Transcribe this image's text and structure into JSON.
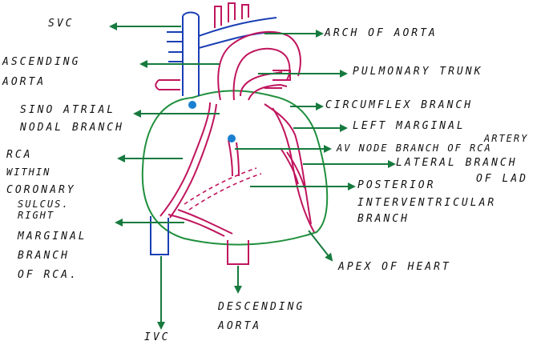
{
  "labels": {
    "svc": "SVC",
    "arch": "ARCH OF AORTA",
    "ascending_1": "ASCENDING",
    "ascending_2": "AORTA",
    "pulmonary": "PULMONARY TRUNK",
    "sa_1": "SINO ATRIAL",
    "sa_2": "NODAL BRANCH",
    "circumflex": "CIRCUMFLEX BRANCH",
    "left_marginal_1": "LEFT MARGINAL",
    "left_marginal_2": "ARTERY",
    "av_node": "AV NODE BRANCH OF RCA",
    "lateral_1": "LATERAL BRANCH",
    "lateral_2": "OF LAD",
    "rca_1": "RCA",
    "rca_2": "WITHIN",
    "rca_3": "CORONARY",
    "rca_4": "SULCUS.",
    "rm_1": "RIGHT",
    "rm_2": "MARGINAL",
    "rm_3": "BRANCH",
    "rm_4": "OF RCA.",
    "posterior_1": "POSTERIOR",
    "posterior_2": "INTERVENTRICULAR",
    "posterior_3": "BRANCH",
    "apex": "APEX OF HEART",
    "descending_1": "DESCENDING",
    "descending_2": "AORTA",
    "ivc": "IVC"
  },
  "colors": {
    "arrow": "#177a3e",
    "heart_outline": "#1f8f3c",
    "vessel_blue": "#1a3fb3",
    "vessel_red": "#c0155e",
    "node_dot": "#1a7fd0",
    "text": "#111111"
  }
}
